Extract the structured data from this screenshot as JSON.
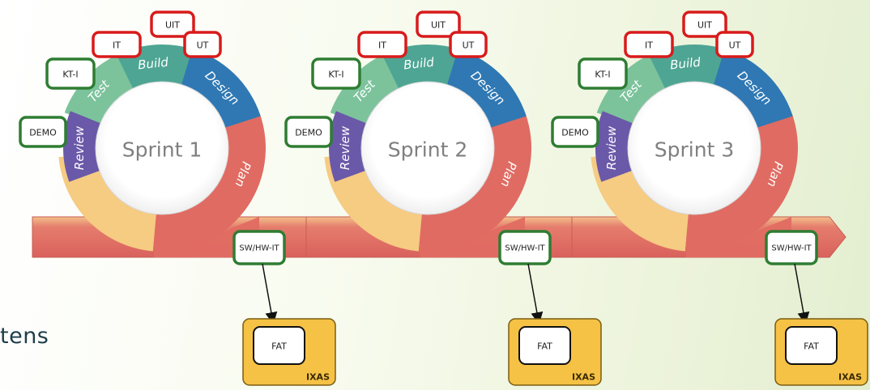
{
  "sprints": [
    {
      "title": "Sprint 1",
      "phases": [
        "Plan",
        "Design",
        "Build",
        "Test",
        "Review"
      ],
      "tags": {
        "uit": "UIT",
        "ut": "UT",
        "it": "IT",
        "kti": "KT-I",
        "demo": "DEMO",
        "swhw": "SW/HW-IT"
      },
      "fat": {
        "label": "FAT",
        "group": "IXAS"
      }
    },
    {
      "title": "Sprint 2",
      "phases": [
        "Plan",
        "Design",
        "Build",
        "Test",
        "Review"
      ],
      "tags": {
        "uit": "UIT",
        "ut": "UT",
        "it": "IT",
        "kti": "KT-I",
        "demo": "DEMO",
        "swhw": "SW/HW-IT"
      },
      "fat": {
        "label": "FAT",
        "group": "IXAS"
      }
    },
    {
      "title": "Sprint 3",
      "phases": [
        "Plan",
        "Design",
        "Build",
        "Test",
        "Review"
      ],
      "tags": {
        "uit": "UIT",
        "ut": "UT",
        "it": "IT",
        "kti": "KT-I",
        "demo": "DEMO",
        "swhw": "SW/HW-IT"
      },
      "fat": {
        "label": "FAT",
        "group": "IXAS"
      }
    }
  ],
  "side_text": "tens",
  "colors": {
    "plan": "#e06b62",
    "design": "#2f78b3",
    "build": "#4ea593",
    "test": "#7cc39c",
    "review": "#6a58a8",
    "lower": "#f6cb82",
    "band": "#e3716b",
    "band_top": "#f0b47a",
    "tag_red": "#d81b1b",
    "tag_green": "#2e7d32",
    "fat_fill": "#f6c245",
    "fat_border": "#7a5c12"
  },
  "icons": [
    "arrow-icon"
  ]
}
